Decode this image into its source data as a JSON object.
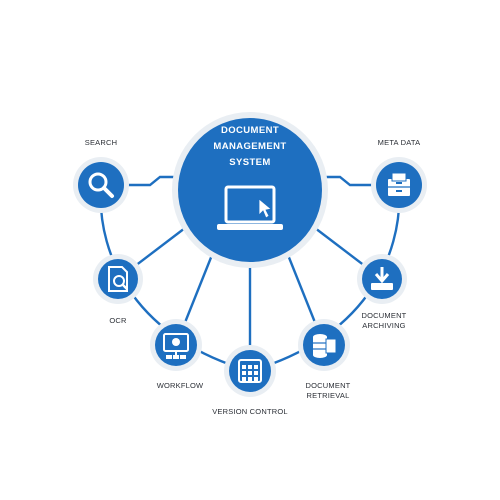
{
  "hub": {
    "title_lines": [
      "DOCUMENT",
      "MANAGEMENT",
      "SYSTEM"
    ],
    "icon": "laptop-cursor-icon"
  },
  "nodes": [
    {
      "id": "search",
      "lines": [
        "SEARCH"
      ],
      "icon": "magnifier-icon"
    },
    {
      "id": "ocr",
      "lines": [
        "OCR"
      ],
      "icon": "ocr-document-icon"
    },
    {
      "id": "workflow",
      "lines": [
        "WORKFLOW"
      ],
      "icon": "workflow-icon"
    },
    {
      "id": "version-control",
      "lines": [
        "VERSION CONTROL"
      ],
      "icon": "calendar-grid-icon"
    },
    {
      "id": "document-retrieval",
      "lines": [
        "DOCUMENT",
        "RETRIEVAL"
      ],
      "icon": "database-document-icon"
    },
    {
      "id": "document-archiving",
      "lines": [
        "DOCUMENT",
        "ARCHIVING"
      ],
      "icon": "download-box-icon"
    },
    {
      "id": "meta-data",
      "lines": [
        "META DATA"
      ],
      "icon": "file-cabinet-icon"
    }
  ],
  "colors": {
    "primary": "#1e6fc0",
    "ring": "#e9eef3",
    "text": "#2b2f36",
    "white": "#ffffff"
  }
}
